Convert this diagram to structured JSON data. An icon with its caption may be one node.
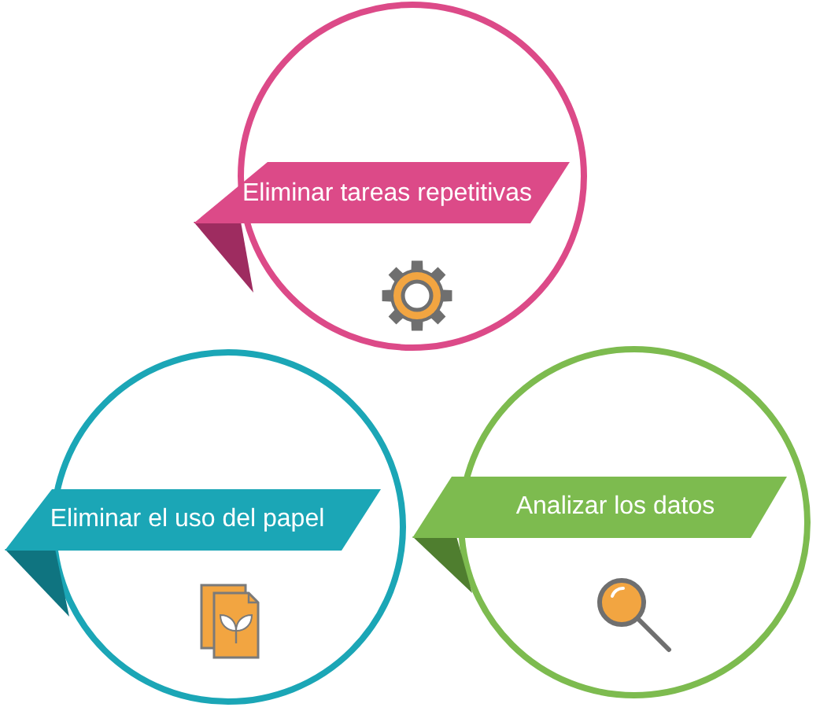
{
  "diagram": {
    "nodes": [
      {
        "text": [
          "Eliminar tareas repetitivas"
        ]
      },
      {
        "text": [
          "Eliminar el uso del papel"
        ]
      },
      {
        "text": [
          "Analizar los datos"
        ]
      }
    ]
  }
}
